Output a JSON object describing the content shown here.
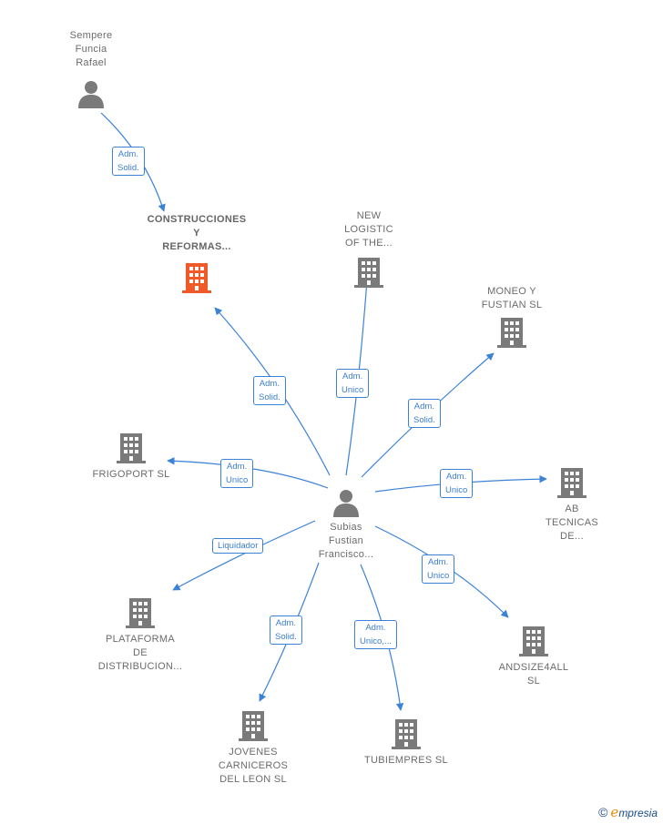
{
  "nodes": {
    "sempere": {
      "label": "Sempere\nFuncia\nRafael",
      "icon": "person-icon"
    },
    "construcciones": {
      "label": "CONSTRUCCIONES\nY\nREFORMAS...",
      "icon": "building-icon",
      "color": "#f05a28"
    },
    "new_logistic": {
      "label": "NEW\nLOGISTIC\nOF THE...",
      "icon": "building-icon"
    },
    "moneo": {
      "label": "MONEO Y\nFUSTIAN  SL",
      "icon": "building-icon"
    },
    "frigoport": {
      "label": "FRIGOPORT SL",
      "icon": "building-icon"
    },
    "subias": {
      "label": "Subias\nFustian\nFrancisco...",
      "icon": "person-icon"
    },
    "ab_tecnicas": {
      "label": "AB\nTECNICAS\nDE...",
      "icon": "building-icon"
    },
    "plataforma": {
      "label": "PLATAFORMA\nDE\nDISTRIBUCION...",
      "icon": "building-icon"
    },
    "andsize": {
      "label": "ANDSIZE4ALL\nSL",
      "icon": "building-icon"
    },
    "jovenes": {
      "label": "JOVENES\nCARNICEROS\nDEL LEON  SL",
      "icon": "building-icon"
    },
    "tubiempres": {
      "label": "TUBIEMPRES SL",
      "icon": "building-icon"
    }
  },
  "edge_labels": {
    "sempere_construcciones": "Adm.\nSolid.",
    "subias_construcciones": "Adm.\nSolid.",
    "subias_new_logistic": "Adm.\nUnico",
    "subias_moneo": "Adm.\nSolid.",
    "subias_frigoport": "Adm.\nUnico",
    "subias_ab_tecnicas": "Adm.\nUnico",
    "subias_plataforma": "Liquidador",
    "subias_andsize": "Adm.\nUnico",
    "subias_jovenes": "Adm.\nSolid.",
    "subias_tubiempres": "Adm.\nUnico,..."
  },
  "colors": {
    "edge": "#3b82d6",
    "node": "#7a7a7a",
    "highlight": "#f05a28"
  },
  "brand": {
    "copyright": "©",
    "initial": "e",
    "name": "mpresia"
  }
}
